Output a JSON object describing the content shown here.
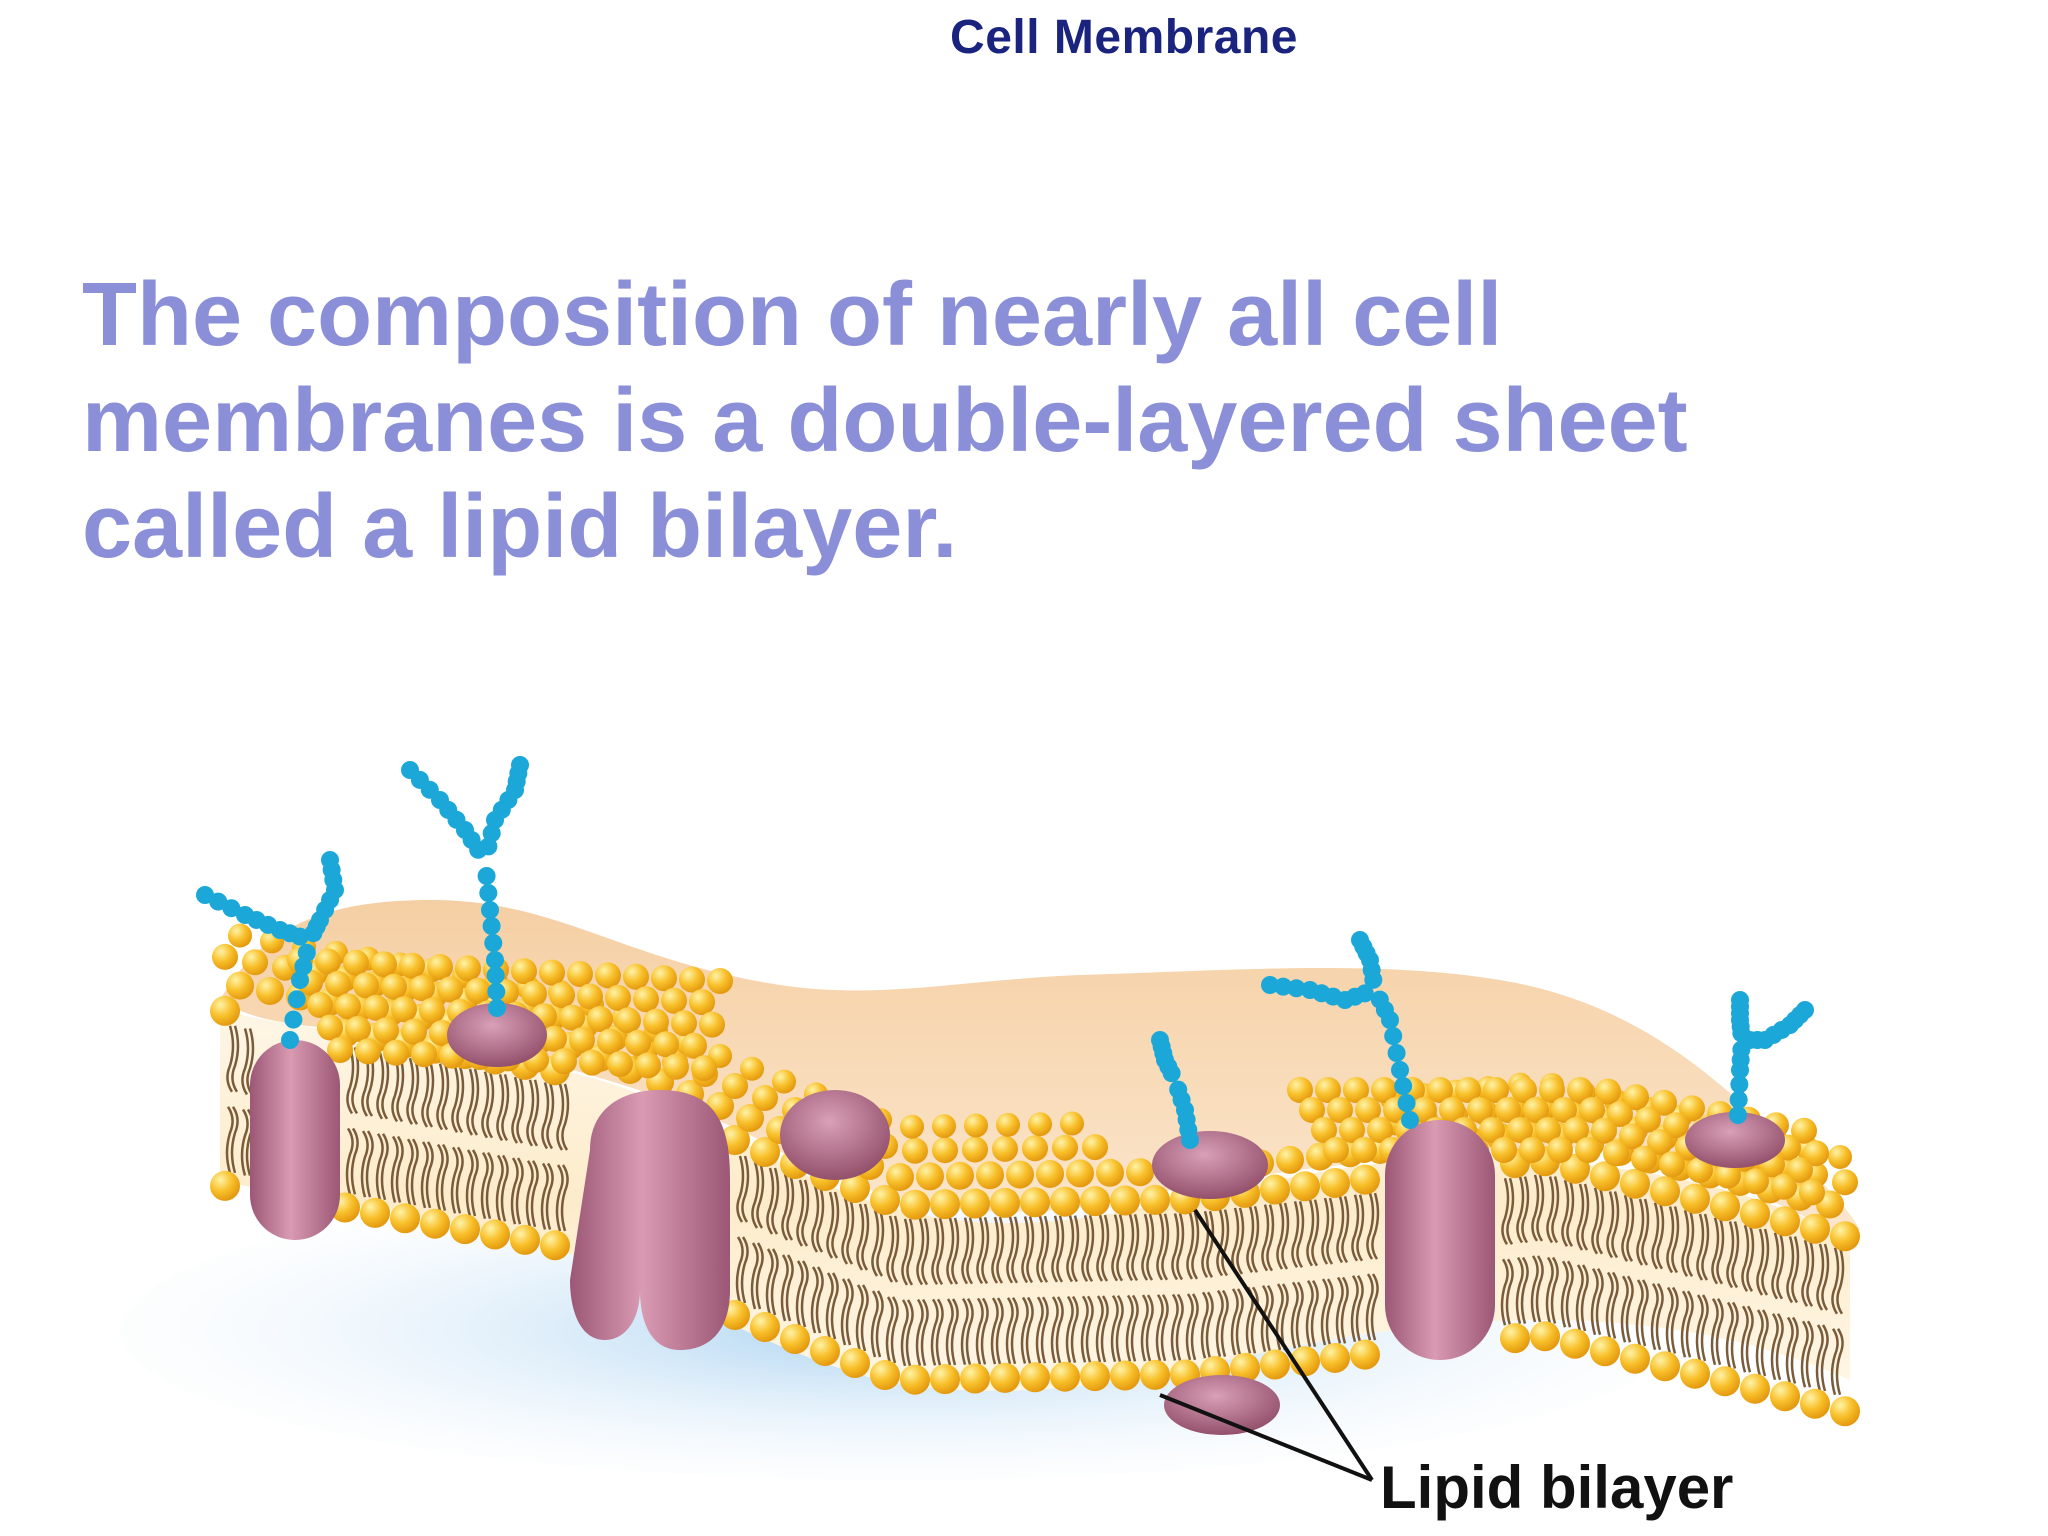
{
  "title": "Cell Membrane",
  "body_lines": [
    "The composition of nearly all cell",
    "membranes is a double-layered sheet",
    "called a lipid bilayer."
  ],
  "diagram": {
    "label": "Lipid bilayer",
    "colors": {
      "title": "#1a237e",
      "body_text": "#8a8fd8",
      "lipid_head": "#f7b924",
      "lipid_head_highlight": "#ffe27a",
      "lipid_tail": "#7a5b3a",
      "membrane_top": "#f8d9b4",
      "membrane_core": "#fdeed1",
      "protein": "#c07a96",
      "protein_dark": "#8e4a66",
      "carbohydrate": "#1ba8d8",
      "shadow": "#8fc3ea"
    }
  }
}
